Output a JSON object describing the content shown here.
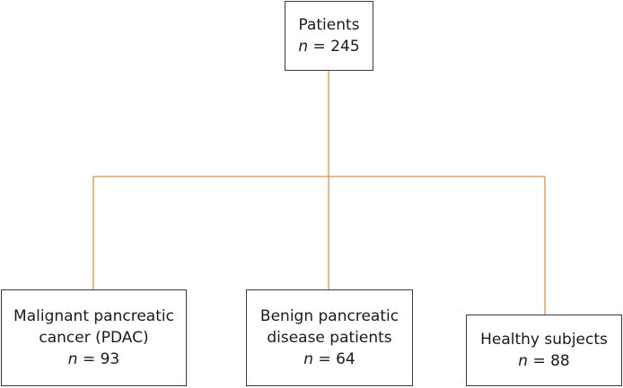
{
  "colors": {
    "connector": "#e8903f",
    "box_border": "#3a3a3a",
    "text": "#1a1a1a"
  },
  "nodes": {
    "root": {
      "label": "Patients",
      "n_symbol": "n",
      "n_rest": " = 245"
    },
    "pdac": {
      "label_line1": "Malignant pancreatic",
      "label_line2": "cancer (PDAC)",
      "n_symbol": "n",
      "n_rest": " = 93"
    },
    "benign": {
      "label_line1": "Benign pancreatic",
      "label_line2": "disease patients",
      "n_symbol": "n",
      "n_rest": " = 64"
    },
    "healthy": {
      "label": "Healthy subjects",
      "n_symbol": "n",
      "n_rest": " = 88"
    }
  }
}
